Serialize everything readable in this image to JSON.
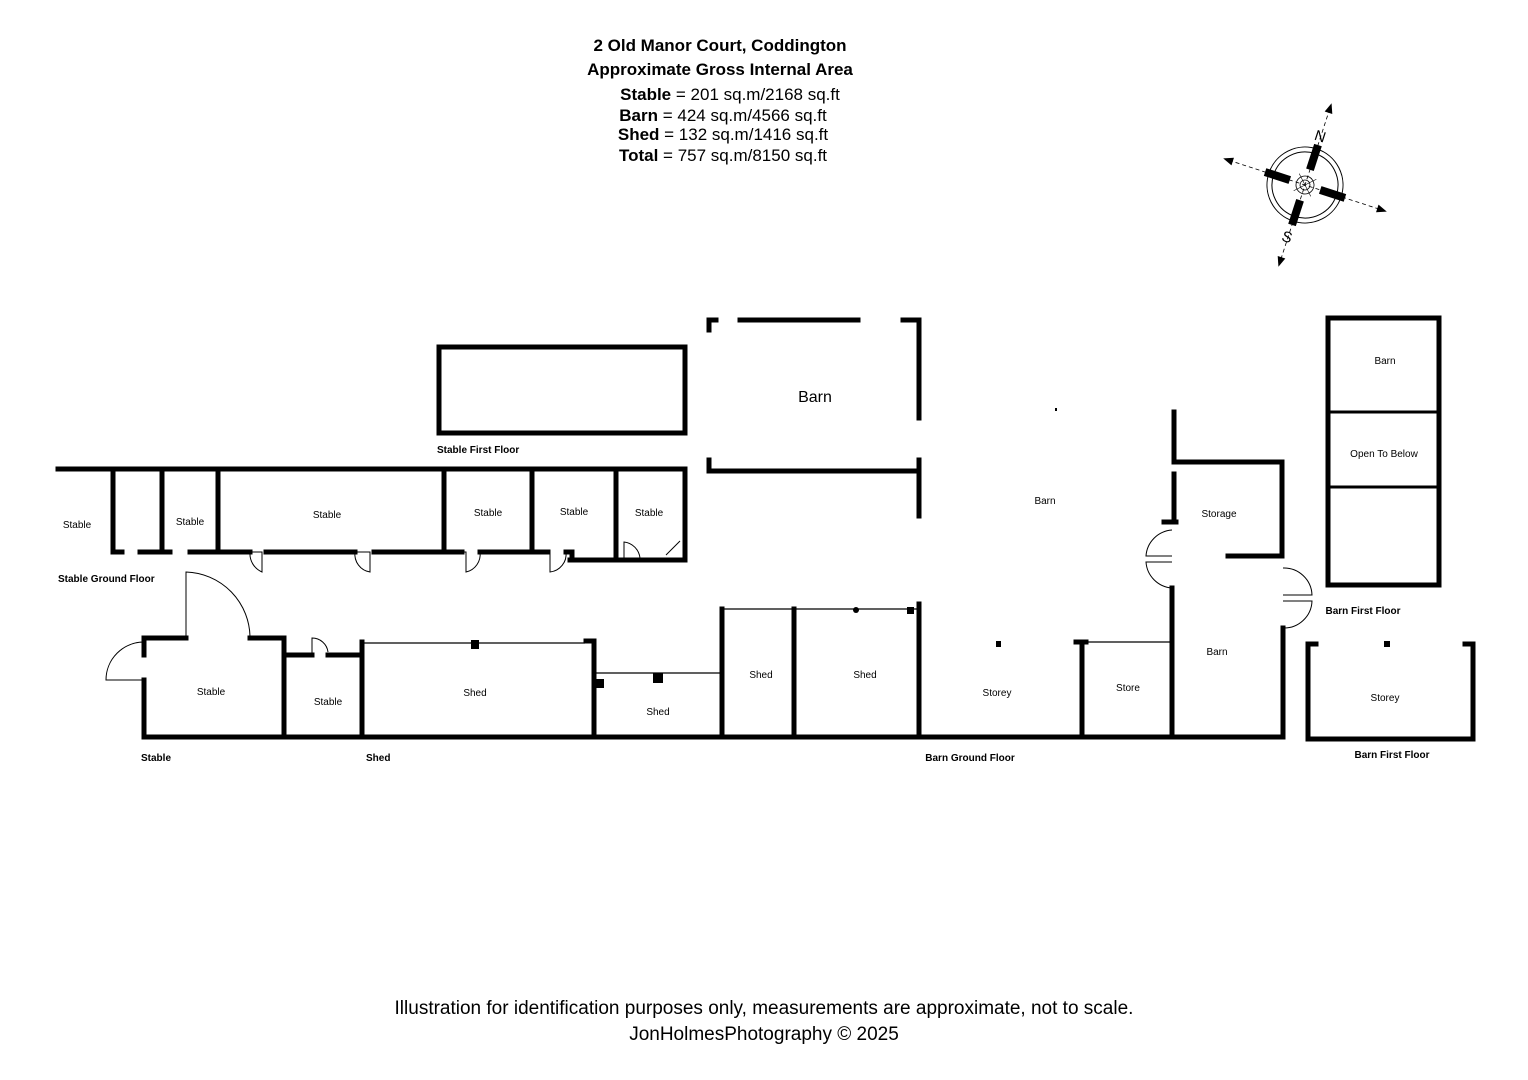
{
  "header": {
    "title": "2 Old Manor Court, Coddington",
    "subtitle": "Approximate Gross Internal Area",
    "areas": [
      {
        "name": "Stable",
        "value": " = 201 sq.m/2168 sq.ft"
      },
      {
        "name": "Barn",
        "value": " = 424 sq.m/4566 sq.ft"
      },
      {
        "name": "Shed",
        "value": " = 132 sq.m/1416 sq.ft"
      },
      {
        "name": "Total",
        "value": " = 757 sq.m/8150 sq.ft"
      }
    ]
  },
  "compass": {
    "north": "N",
    "south": "S"
  },
  "rooms": {
    "barn_upper": "Barn",
    "barn_open": "Barn",
    "storage": "Storage",
    "barn_right": "Barn",
    "store": "Store",
    "storey_ground": "Storey",
    "shed_a": "Shed",
    "shed_b": "Shed",
    "shed_c": "Shed",
    "shed_d": "Shed",
    "stable_a": "Stable",
    "stable_b": "Stable",
    "stable_c": "Stable",
    "stable_d": "Stable",
    "stable_e": "Stable",
    "stable_f": "Stable",
    "stable_g": "Stable",
    "stable_h": "Stable",
    "barn_ff_top": "Barn",
    "open_to_below": "Open To Below",
    "storey_ff": "Storey"
  },
  "floor_labels": {
    "stable_first_floor": "Stable First Floor",
    "stable_ground_floor": "Stable Ground Floor",
    "stable": "Stable",
    "shed": "Shed",
    "barn_ground_floor": "Barn Ground Floor",
    "barn_first_floor_a": "Barn First Floor",
    "barn_first_floor_b": "Barn First Floor"
  },
  "footer": {
    "disclaimer": "Illustration for identification purposes only, measurements are approximate, not to scale.",
    "credit": "JonHolmesPhotography © 2025"
  }
}
